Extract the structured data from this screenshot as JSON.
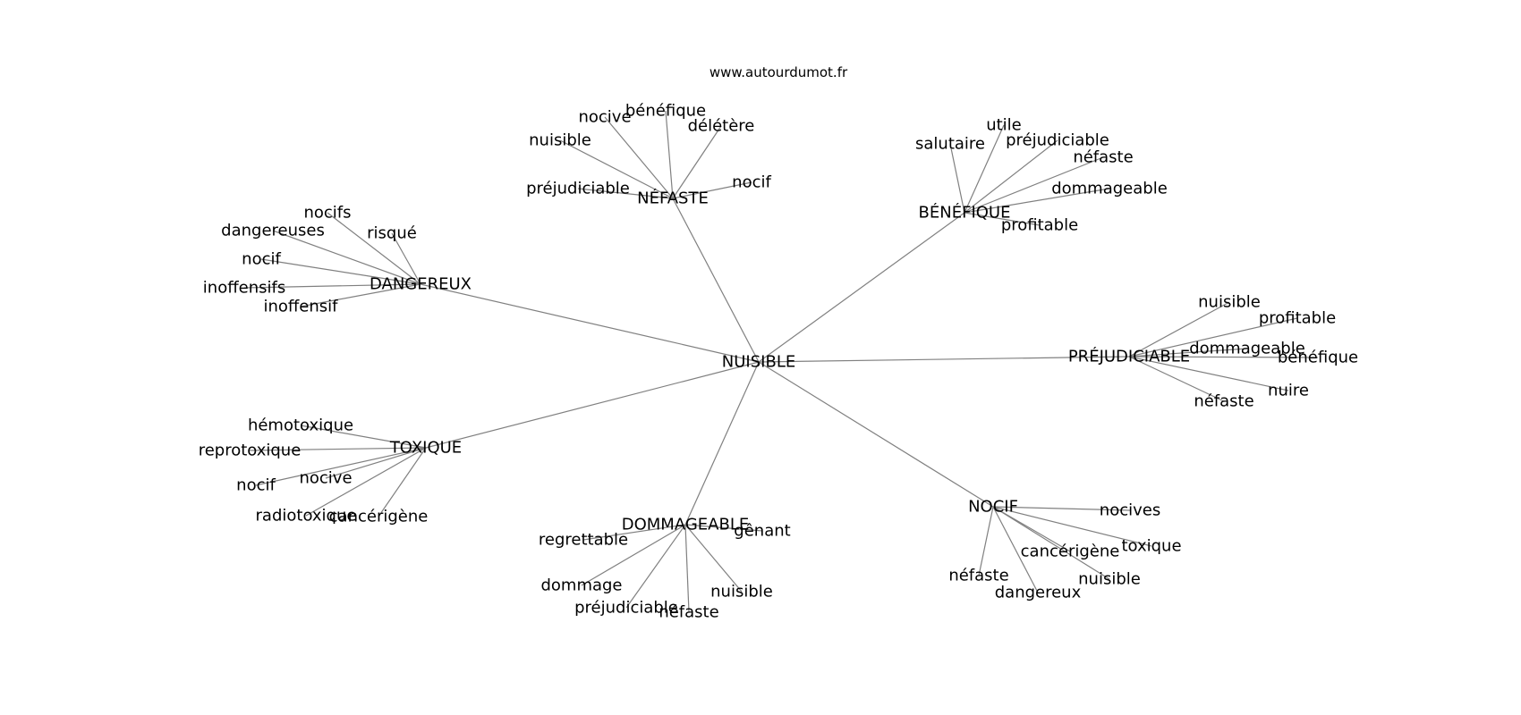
{
  "site": "www.autourdumot.fr",
  "colors": {
    "edge": "#808080",
    "text": "#000000",
    "background": "#ffffff"
  },
  "graph": {
    "center": {
      "label": "NUISIBLE"
    },
    "clusters": [
      {
        "id": "nefaste",
        "label": "NÉFASTE",
        "leaves": [
          "nocive",
          "bénéfique",
          "délétère",
          "nuisible",
          "préjudiciable",
          "nocif"
        ]
      },
      {
        "id": "benefique",
        "label": "BÉNÉFIQUE",
        "leaves": [
          "utile",
          "salutaire",
          "préjudiciable",
          "néfaste",
          "dommageable",
          "profitable"
        ]
      },
      {
        "id": "dangereux",
        "label": "DANGEREUX",
        "leaves": [
          "nocifs",
          "dangereuses",
          "risqué",
          "nocif",
          "inoffensifs",
          "inoffensif"
        ]
      },
      {
        "id": "prejudiciable",
        "label": "PRÉJUDICIABLE",
        "leaves": [
          "nuisible",
          "profitable",
          "dommageable",
          "bénéfique",
          "nuire",
          "néfaste"
        ]
      },
      {
        "id": "toxique",
        "label": "TOXIQUE",
        "leaves": [
          "hémotoxique",
          "reprotoxique",
          "nocive",
          "nocif",
          "radiotoxique",
          "cancérigène"
        ]
      },
      {
        "id": "dommageable",
        "label": "DOMMAGEABLE",
        "leaves": [
          "regrettable",
          "gênant",
          "dommage",
          "nuisible",
          "préjudiciable",
          "néfaste"
        ]
      },
      {
        "id": "nocif",
        "label": "NOCIF",
        "leaves": [
          "nocives",
          "toxique",
          "cancérigène",
          "nuisible",
          "néfaste",
          "dangereux"
        ]
      }
    ]
  }
}
